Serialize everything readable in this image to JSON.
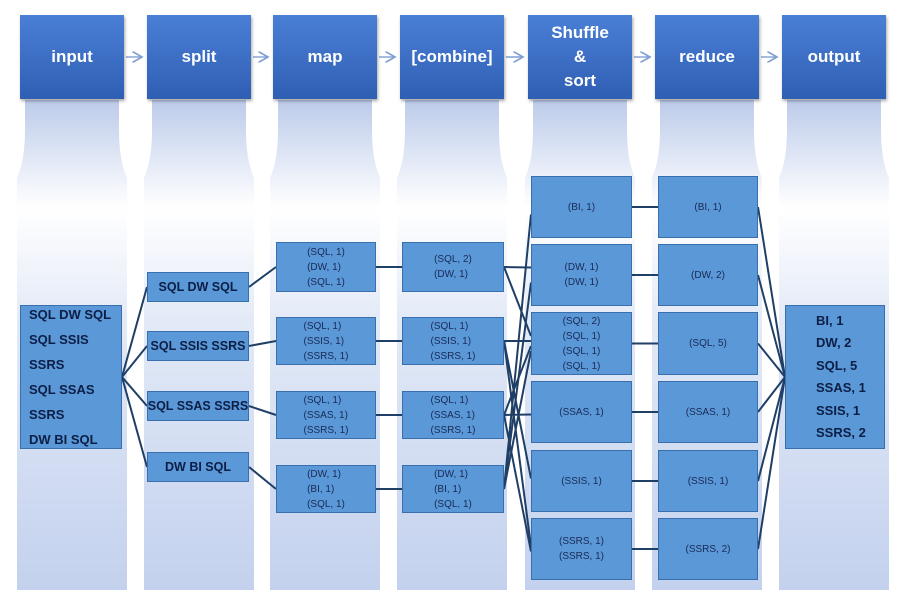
{
  "headers": [
    "input",
    "split",
    "map",
    "[combine]",
    "Shuffle\n&\nsort",
    "reduce",
    "output"
  ],
  "input": {
    "text": "SQL DW SQL\nSQL SSIS SSRS\nSQL SSAS SSRS\nDW BI SQL"
  },
  "split": [
    "SQL DW SQL",
    "SQL SSIS SSRS",
    "SQL SSAS SSRS",
    "DW BI SQL"
  ],
  "map": [
    "(SQL, 1)\n(DW, 1)\n(SQL, 1)",
    "(SQL, 1)\n(SSIS, 1)\n(SSRS, 1)",
    "(SQL, 1)\n(SSAS, 1)\n(SSRS, 1)",
    "(DW, 1)\n(BI, 1)\n(SQL, 1)"
  ],
  "combine": [
    "(SQL, 2)\n(DW, 1)",
    "(SQL, 1)\n(SSIS, 1)\n(SSRS, 1)",
    "(SQL, 1)\n(SSAS, 1)\n(SSRS, 1)",
    "(DW, 1)\n(BI, 1)\n(SQL, 1)"
  ],
  "shuffle": [
    "(BI, 1)",
    "(DW, 1)\n(DW, 1)",
    "(SQL, 2)\n(SQL, 1)\n(SQL, 1)\n(SQL, 1)",
    "(SSAS, 1)",
    "(SSIS, 1)",
    "(SSRS, 1)\n(SSRS, 1)"
  ],
  "reduce": [
    "(BI, 1)",
    "(DW, 2)",
    "(SQL, 5)",
    "(SSAS, 1)",
    "(SSIS, 1)",
    "(SSRS, 2)"
  ],
  "output": {
    "text": "BI, 1\nDW, 2\nSQL, 5\nSSAS, 1\nSSIS, 1\nSSRS, 2"
  },
  "colors": {
    "header": "#3567c0",
    "box": "#5a98d8",
    "line": "#1f3f66",
    "column_fade": "#c8d6f0"
  }
}
